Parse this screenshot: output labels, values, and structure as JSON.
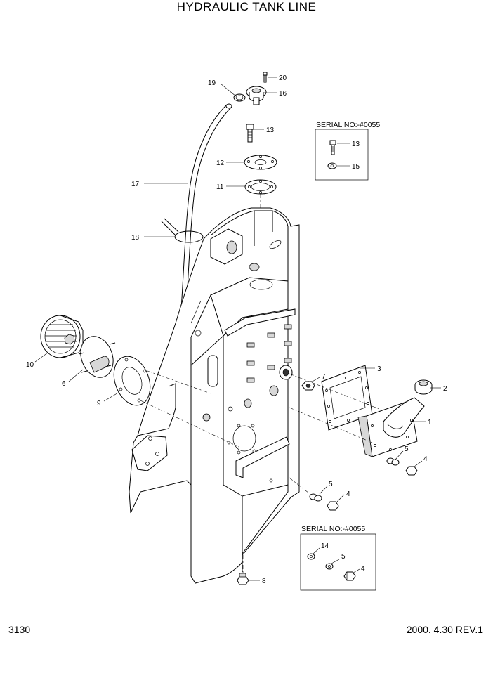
{
  "title": "HYDRAULIC TANK LINE",
  "page_number": "3130",
  "revision": "2000. 4.30 REV.1",
  "serial_boxes": [
    {
      "label": "SERIAL NO:-#0055",
      "parts": [
        "13",
        "15"
      ]
    },
    {
      "label": "SERIAL NO:-#0055",
      "parts": [
        "14",
        "5",
        "4"
      ]
    }
  ],
  "callouts": [
    "1",
    "2",
    "3",
    "4",
    "4",
    "4",
    "5",
    "5",
    "5",
    "6",
    "7",
    "8",
    "9",
    "10",
    "11",
    "12",
    "13",
    "13",
    "14",
    "15",
    "16",
    "17",
    "18",
    "19",
    "20"
  ]
}
